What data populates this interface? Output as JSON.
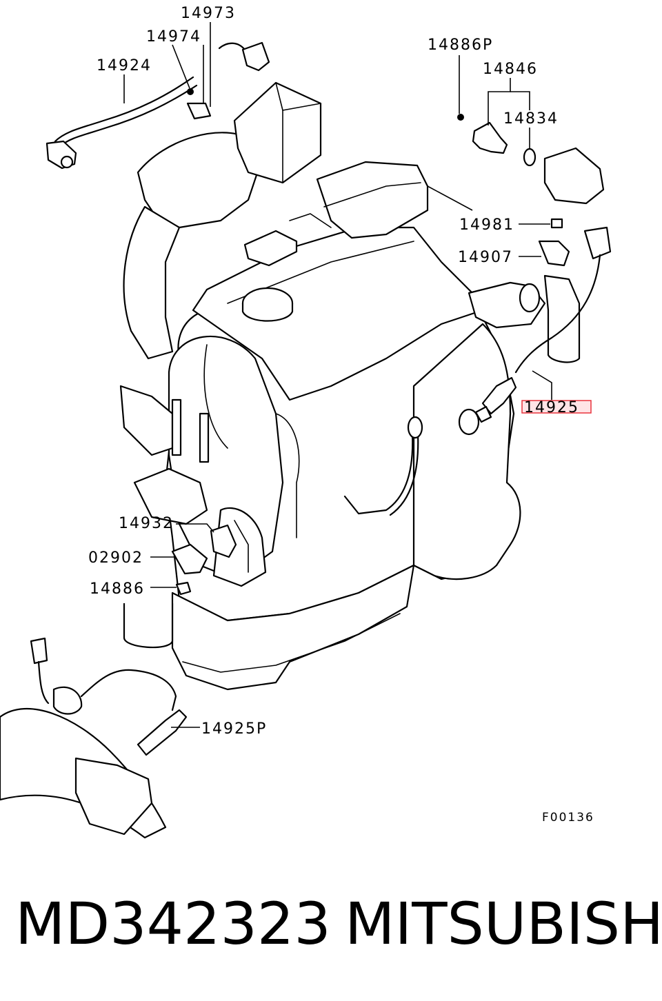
{
  "diagram": {
    "callouts": {
      "c14973": "14973",
      "c14974": "14974",
      "c14924": "14924",
      "c14886P": "14886P",
      "c14846": "14846",
      "c14834": "14834",
      "c14981": "14981",
      "c14907": "14907",
      "c14925": "14925",
      "c14932": "14932",
      "c02902": "02902",
      "c14886": "14886",
      "c14925P": "14925P"
    },
    "highlighted_callout": "14925",
    "highlight_color": "#e8323c",
    "figure_ref": "F00136"
  },
  "caption": {
    "part_number": "MD342323",
    "brand": "MITSUBISHI"
  }
}
